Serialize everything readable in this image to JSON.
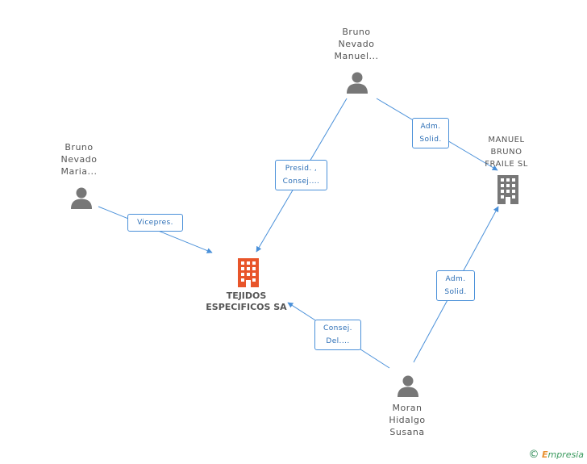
{
  "nodes": {
    "bruno_manuel": {
      "lines": [
        "Bruno",
        "Nevado",
        "Manuel..."
      ]
    },
    "bruno_maria": {
      "lines": [
        "Bruno",
        "Nevado",
        "Maria..."
      ]
    },
    "manuel_bruno_fraile": {
      "lines": [
        "MANUEL",
        "BRUNO",
        "FRAILE SL"
      ]
    },
    "tejidos": {
      "lines": [
        "TEJIDOS",
        "ESPECIFICOS SA"
      ]
    },
    "moran": {
      "lines": [
        "Moran",
        "Hidalgo",
        "Susana"
      ]
    }
  },
  "edges": {
    "presid": {
      "lines": [
        "Presid. ,",
        "Consej...."
      ]
    },
    "adm_top": {
      "lines": [
        "Adm.",
        "Solid."
      ]
    },
    "vicepres": {
      "lines": [
        "Vicepres."
      ]
    },
    "adm_bottom": {
      "lines": [
        "Adm.",
        "Solid."
      ]
    },
    "consej_del": {
      "lines": [
        "Consej.",
        "Del...."
      ]
    }
  },
  "footer": {
    "copyright": "©",
    "brand_initial": "E",
    "brand_rest": "mpresia"
  },
  "colors": {
    "edge": "#4a90d9",
    "person": "#777777",
    "company": "#777777",
    "main_company": "#e8552a"
  }
}
